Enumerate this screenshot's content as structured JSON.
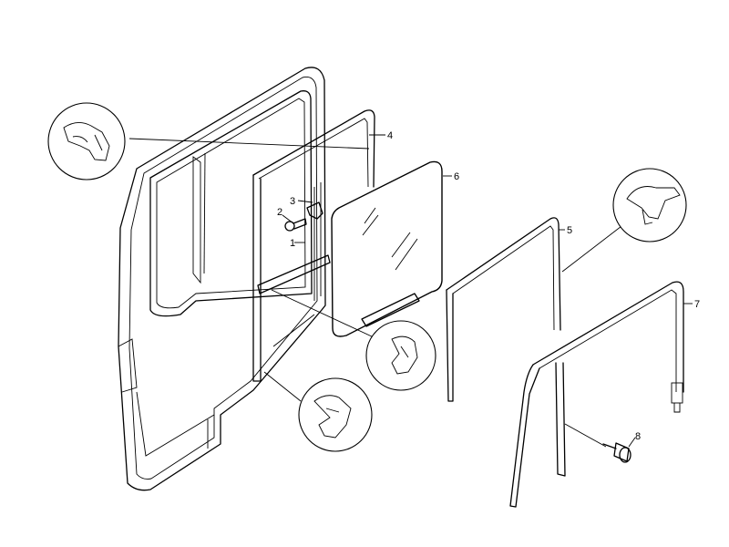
{
  "callouts": [
    {
      "id": "part-1",
      "label": "1"
    },
    {
      "id": "part-2",
      "label": "2"
    },
    {
      "id": "part-3",
      "label": "3"
    },
    {
      "id": "part-4",
      "label": "4"
    },
    {
      "id": "part-5",
      "label": "5"
    },
    {
      "id": "part-6",
      "label": "6"
    },
    {
      "id": "part-7",
      "label": "7"
    },
    {
      "id": "part-8",
      "label": "8"
    }
  ],
  "detail_views": [
    "top-left",
    "upper-right",
    "center",
    "lower-center"
  ]
}
